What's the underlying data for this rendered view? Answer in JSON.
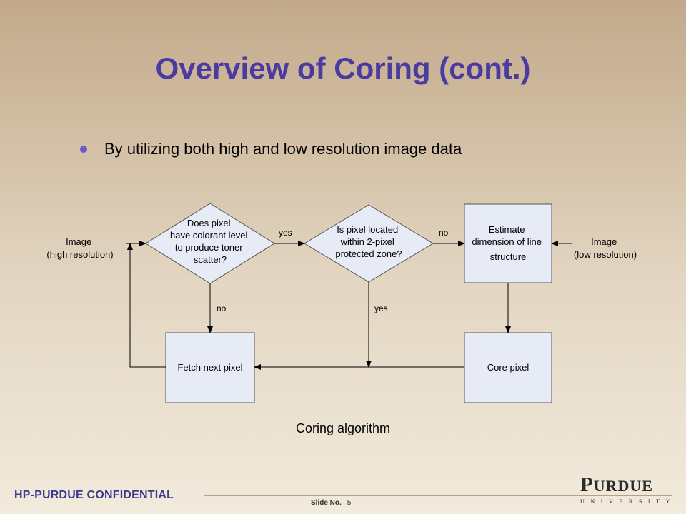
{
  "slide": {
    "title": "Overview of Coring (cont.)",
    "bullet": "By utilizing both high and low resolution image data",
    "caption": "Coring algorithm"
  },
  "diagram": {
    "input_high": [
      "Image",
      "(high resolution)"
    ],
    "input_low": [
      "Image",
      "(low resolution)"
    ],
    "decision1": [
      "Does pixel",
      "have colorant level",
      "to produce toner",
      "scatter?"
    ],
    "decision2": [
      "Is pixel located",
      "within 2-pixel",
      "protected zone?"
    ],
    "estimate": [
      "Estimate",
      "dimension of line",
      "structure"
    ],
    "fetch": "Fetch next pixel",
    "core": "Core pixel",
    "edge_yes_1": "yes",
    "edge_no_1": "no",
    "edge_no_2": "no",
    "edge_yes_2": "yes"
  },
  "footer": {
    "confidential": "HP-PURDUE CONFIDENTIAL",
    "slide_no_label": "Slide No.",
    "slide_no": "5",
    "logo_word": "PURDUE",
    "logo_sub": "UNIVERSITY"
  },
  "colors": {
    "title": "#4b3aa0",
    "box_fill": "#e6ebf5",
    "bullet": "#6a5acd"
  }
}
